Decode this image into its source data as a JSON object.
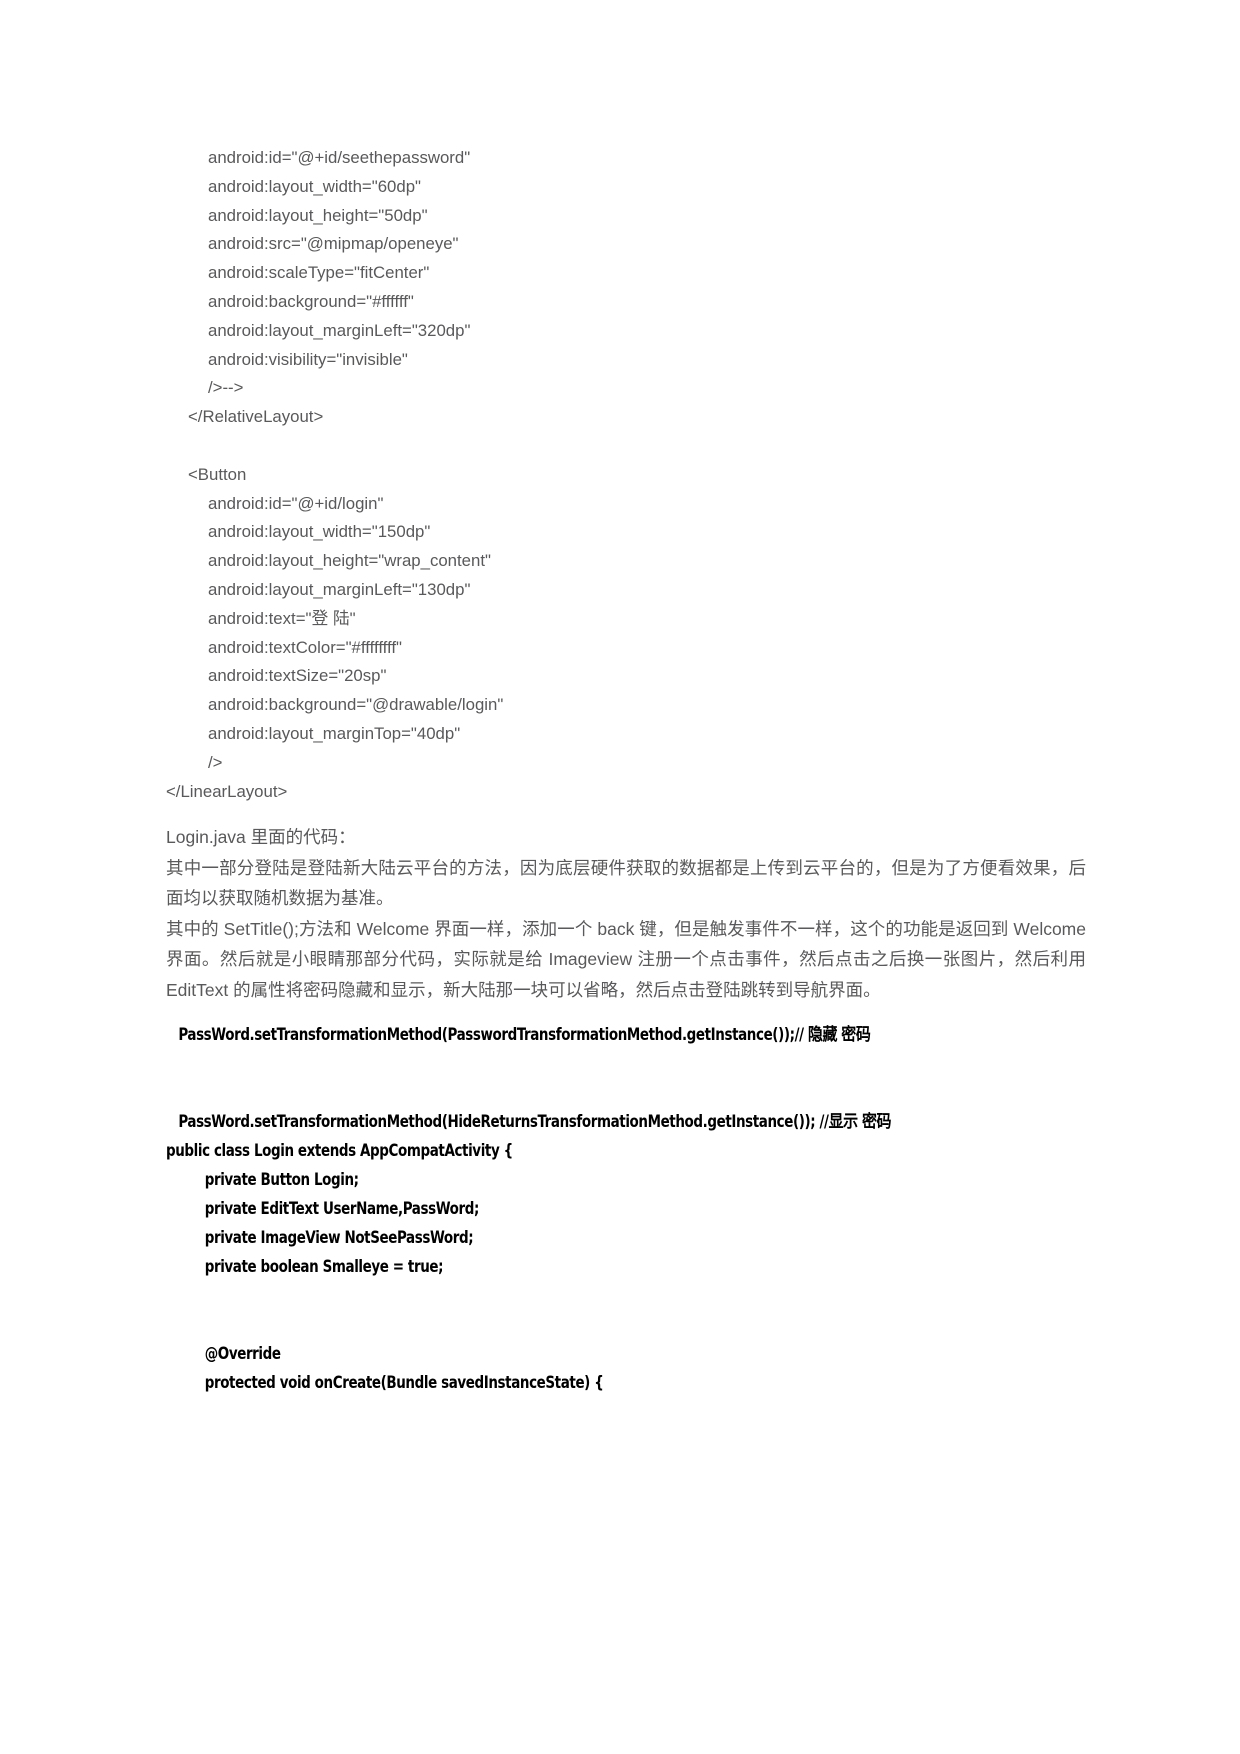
{
  "document": {
    "type": "technical-article",
    "language": "zh-CN",
    "topic": "Android Login 界面布局与代码"
  },
  "xml_block_top": {
    "lines": [
      {
        "indent": 2,
        "text": "android:id=\"@+id/seethepassword\""
      },
      {
        "indent": 2,
        "text": "android:layout_width=\"60dp\""
      },
      {
        "indent": 2,
        "text": "android:layout_height=\"50dp\""
      },
      {
        "indent": 2,
        "text": "android:src=\"@mipmap/openeye\""
      },
      {
        "indent": 2,
        "text": "android:scaleType=\"fitCenter\""
      },
      {
        "indent": 2,
        "text": "android:background=\"#ffffff\""
      },
      {
        "indent": 2,
        "text": "android:layout_marginLeft=\"320dp\""
      },
      {
        "indent": 2,
        "text": "android:visibility=\"invisible\""
      },
      {
        "indent": 2,
        "text": "/>-->"
      },
      {
        "indent": 1,
        "text": "</RelativeLayout>"
      },
      {
        "indent": 0,
        "text": ""
      },
      {
        "indent": 1,
        "text": "<Button"
      },
      {
        "indent": 2,
        "text": "android:id=\"@+id/login\""
      },
      {
        "indent": 2,
        "text": "android:layout_width=\"150dp\""
      },
      {
        "indent": 2,
        "text": "android:layout_height=\"wrap_content\""
      },
      {
        "indent": 2,
        "text": "android:layout_marginLeft=\"130dp\""
      },
      {
        "indent": 2,
        "text": "android:text=\"登 陆\""
      },
      {
        "indent": 2,
        "text": "android:textColor=\"#ffffffff\""
      },
      {
        "indent": 2,
        "text": "android:textSize=\"20sp\""
      },
      {
        "indent": 2,
        "text": "android:background=\"@drawable/login\""
      },
      {
        "indent": 2,
        "text": "android:layout_marginTop=\"40dp\""
      },
      {
        "indent": 2,
        "text": "/>"
      },
      {
        "indent": 0,
        "text": "</LinearLayout>"
      }
    ]
  },
  "prose": {
    "heading": "Login.java 里面的代码：",
    "paragraph_1": "其中一部分登陆是登陆新大陆云平台的方法，因为底层硬件获取的数据都是上传到云平台的，但是为了方便看效果，后面均以获取随机数据为基准。",
    "paragraph_2": "其中的 SetTitle();方法和 Welcome 界面一样，添加一个 back 键，但是触发事件不一样，这个的功能是返回到 Welcome 界面。然后就是小眼睛那部分代码，实际就是给 Imageview 注册一个点击事件，然后点击之后换一张图片，然后利用 EditText 的属性将密码隐藏和显示，新大陆那一块可以省略，然后点击登陆跳转到导航界面。"
  },
  "java_block": {
    "lines": [
      {
        "indent": 1,
        "text": "PassWord.setTransformationMethod(PasswordTransformationMethod.getInstance());// 隐藏 密码"
      },
      {
        "indent": 0,
        "text": ""
      },
      {
        "indent": 0,
        "text": ""
      },
      {
        "indent": 1,
        "text": "PassWord.setTransformationMethod(HideReturnsTransformationMethod.getInstance()); //显示 密码"
      },
      {
        "indent": 0,
        "text": "public class Login extends AppCompatActivity {"
      },
      {
        "indent": 2,
        "text": "private Button Login;"
      },
      {
        "indent": 2,
        "text": "private EditText UserName,PassWord;"
      },
      {
        "indent": 2,
        "text": "private ImageView NotSeePassWord;"
      },
      {
        "indent": 2,
        "text": "private boolean Smalleye = true;"
      },
      {
        "indent": 0,
        "text": ""
      },
      {
        "indent": 0,
        "text": ""
      },
      {
        "indent": 2,
        "text": "@Override"
      },
      {
        "indent": 2,
        "text": "protected void onCreate(Bundle savedInstanceState) {"
      }
    ]
  },
  "colors": {
    "page_background": "#ffffff",
    "code_gray": "#59595b",
    "code_black": "#000000"
  }
}
